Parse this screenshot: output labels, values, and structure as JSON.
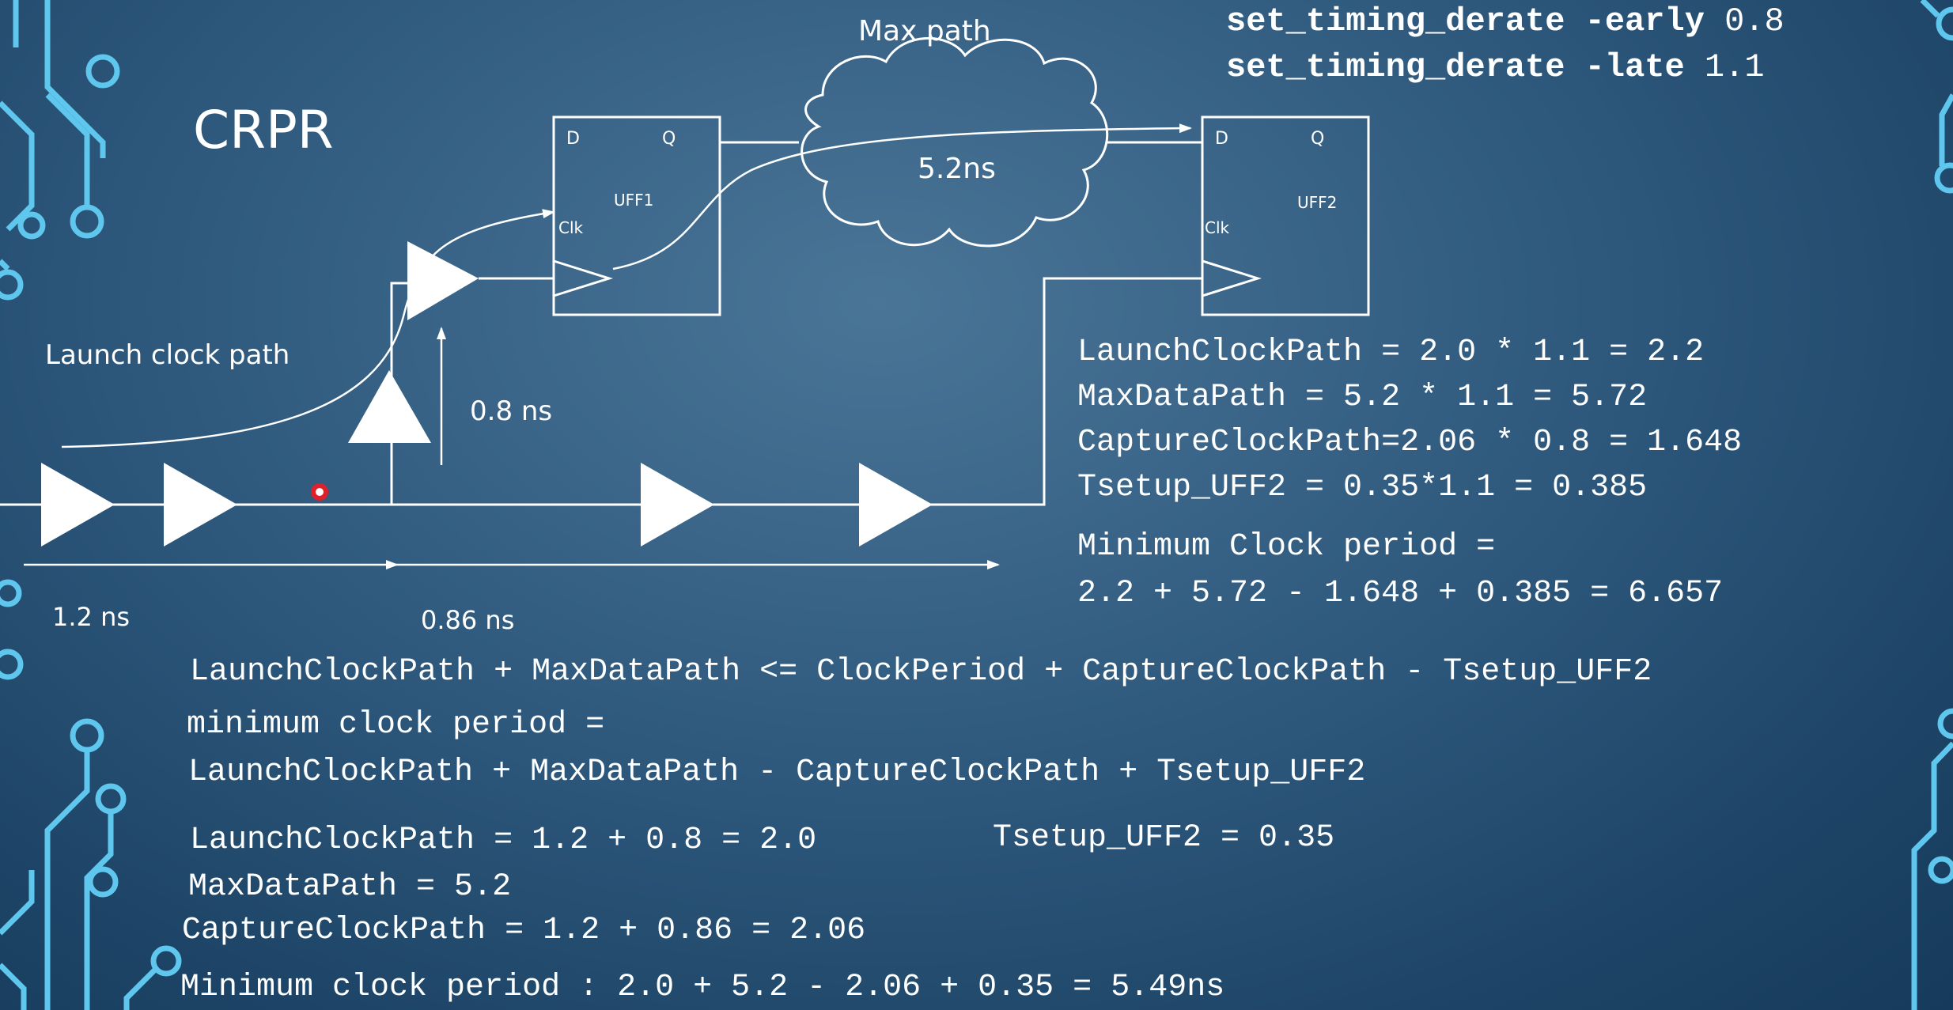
{
  "title": "CRPR",
  "derate": {
    "early_cmd": "set_timing_derate -early",
    "early_val": "0.8",
    "late_cmd": "set_timing_derate -late",
    "late_val": "1.1"
  },
  "diagram": {
    "cloud_label": "Max path",
    "cloud_delay": "5.2ns",
    "launch_label": "Launch clock path",
    "branch_delay": "0.8 ns",
    "seg1_delay": "1.2 ns",
    "seg2_delay": "0.86 ns",
    "ff1": {
      "name": "UFF1",
      "d": "D",
      "q": "Q",
      "clk": "Clk"
    },
    "ff2": {
      "name": "UFF2",
      "d": "D",
      "q": "Q",
      "clk": "Clk"
    }
  },
  "derated_calc": {
    "line1": "LaunchClockPath = 2.0 * 1.1 = 2.2",
    "line2": "MaxDataPath = 5.2 * 1.1 = 5.72",
    "line3": "CaptureClockPath=2.06 * 0.8 = 1.648",
    "line4": "Tsetup_UFF2 = 0.35*1.1 = 0.385",
    "line5": "Minimum Clock period =",
    "line6": "2.2 + 5.72 - 1.648 + 0.385 = 6.657"
  },
  "equations": {
    "inequality": "LaunchClockPath + MaxDataPath <= ClockPeriod + CaptureClockPath - Tsetup_UFF2",
    "min_label": "minimum clock period =",
    "min_formula": "LaunchClockPath + MaxDataPath - CaptureClockPath + Tsetup_UFF2",
    "launch": "LaunchClockPath = 1.2 + 0.8 = 2.0",
    "tsetup": "Tsetup_UFF2 = 0.35",
    "maxdata": "MaxDataPath = 5.2",
    "capture": "CaptureClockPath = 1.2 + 0.86 = 2.06",
    "result": "Minimum clock period : 2.0 + 5.2 - 2.06 + 0.35 = 5.49ns"
  },
  "colors": {
    "background": "#2f5a7e",
    "circuit_decor": "#5fc7ee",
    "pointer": "#e0202a"
  }
}
